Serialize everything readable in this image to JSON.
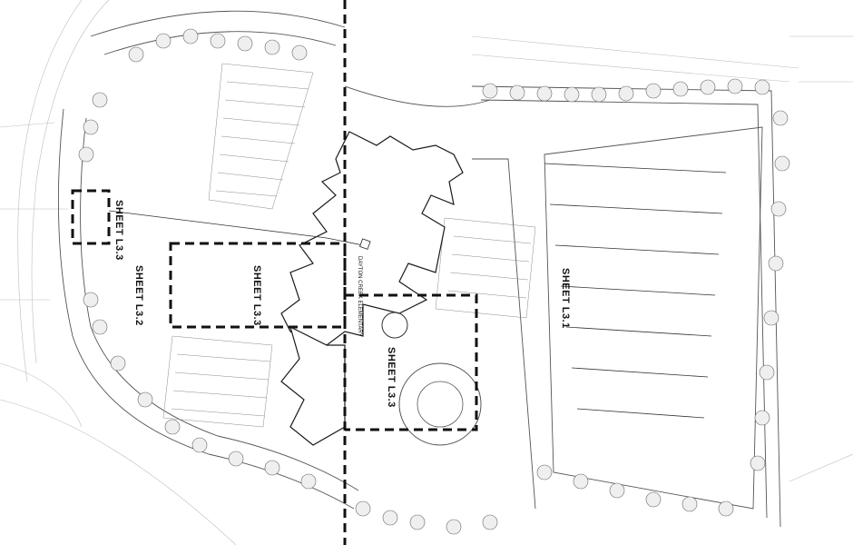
{
  "sheet_labels": {
    "l31": "SHEET L3.1",
    "l32": "SHEET L3.2",
    "l33_a": "SHEET L3.3",
    "l33_b": "SHEET L3.3",
    "l33_c": "SHEET L3.3"
  },
  "building_label": "DAYTON CREEK ELEMENTARY",
  "colors": {
    "ink": "#1a1a1a",
    "line": "#444444",
    "light": "#9a9a9a",
    "tree_fill": "#eeeeee",
    "background": "#ffffff"
  }
}
